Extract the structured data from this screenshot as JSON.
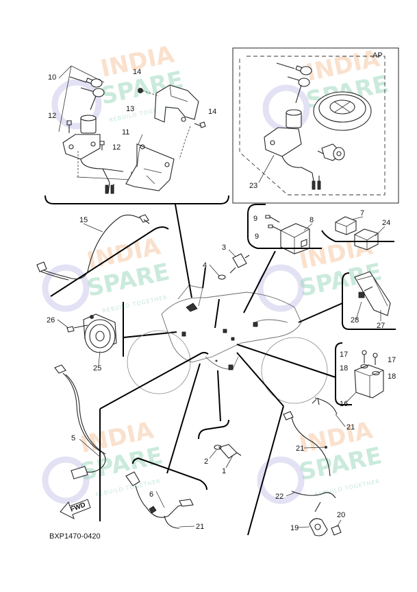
{
  "diagram_code": "BXP1470-0420",
  "ap_label": "AP",
  "fwd_label": "FWD",
  "watermark": {
    "line1": "INDIA",
    "line2": "SPARE",
    "tagline": "REBUILD TOGETHER"
  },
  "callouts": [
    {
      "id": "c1",
      "text": "1"
    },
    {
      "id": "c2",
      "text": "2"
    },
    {
      "id": "c3",
      "text": "3"
    },
    {
      "id": "c4",
      "text": "4"
    },
    {
      "id": "c5",
      "text": "5"
    },
    {
      "id": "c6",
      "text": "6"
    },
    {
      "id": "c7",
      "text": "7"
    },
    {
      "id": "c8",
      "text": "8"
    },
    {
      "id": "c9a",
      "text": "9"
    },
    {
      "id": "c9b",
      "text": "9"
    },
    {
      "id": "c10",
      "text": "10"
    },
    {
      "id": "c11",
      "text": "11"
    },
    {
      "id": "c12a",
      "text": "12"
    },
    {
      "id": "c12b",
      "text": "12"
    },
    {
      "id": "c13",
      "text": "13"
    },
    {
      "id": "c14a",
      "text": "14"
    },
    {
      "id": "c14b",
      "text": "14"
    },
    {
      "id": "c15",
      "text": "15"
    },
    {
      "id": "c16",
      "text": "16"
    },
    {
      "id": "c17a",
      "text": "17"
    },
    {
      "id": "c17b",
      "text": "17"
    },
    {
      "id": "c18a",
      "text": "18"
    },
    {
      "id": "c18b",
      "text": "18"
    },
    {
      "id": "c19",
      "text": "19"
    },
    {
      "id": "c20",
      "text": "20"
    },
    {
      "id": "c21a",
      "text": "21"
    },
    {
      "id": "c21b",
      "text": "21"
    },
    {
      "id": "c21c",
      "text": "21"
    },
    {
      "id": "c22",
      "text": "22"
    },
    {
      "id": "c23",
      "text": "23"
    },
    {
      "id": "c24",
      "text": "24"
    },
    {
      "id": "c25",
      "text": "25"
    },
    {
      "id": "c26",
      "text": "26"
    },
    {
      "id": "c27",
      "text": "27"
    },
    {
      "id": "c28",
      "text": "28"
    }
  ]
}
